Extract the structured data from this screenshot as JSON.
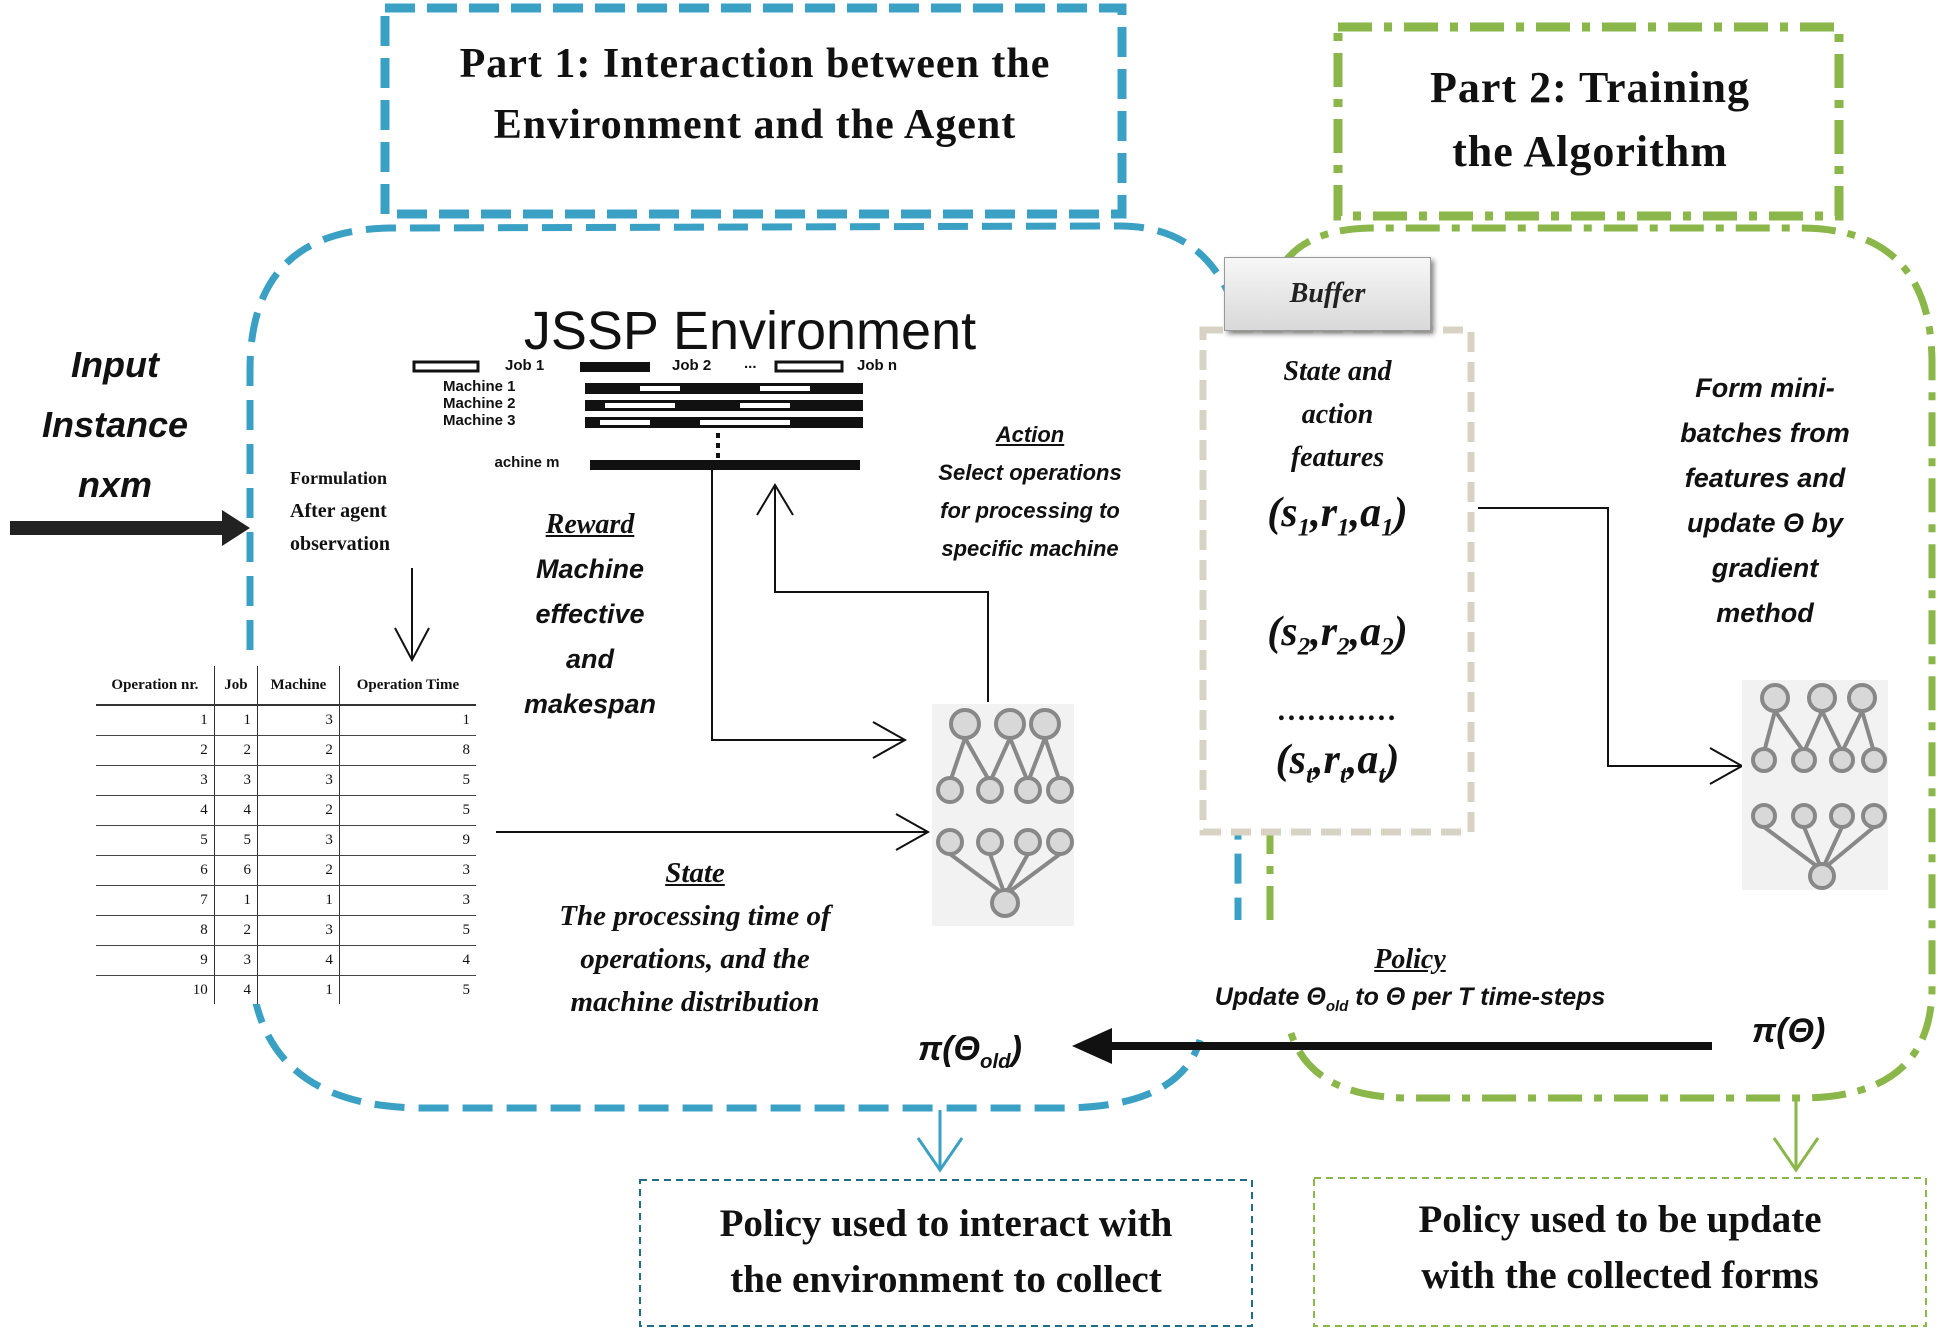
{
  "part1": {
    "title_line1": "Part 1: Interaction between the",
    "title_line2": "Environment and the Agent"
  },
  "part2": {
    "title_line1": "Part 2: Training",
    "title_line2": "the Algorithm"
  },
  "input": {
    "line1": "Input",
    "line2": "Instance",
    "line3": "nxm"
  },
  "formulation": {
    "line1": "Formulation",
    "line2": "After agent",
    "line3": "observation"
  },
  "environment": {
    "title": "JSSP Environment",
    "legend": [
      "Job 1",
      "Job 2",
      "...",
      "Job n"
    ],
    "machines": [
      "Machine 1",
      "Machine 2",
      "Machine 3",
      "Machine m"
    ]
  },
  "reward": {
    "title": "Reward",
    "line1": "Machine",
    "line2": "effective",
    "line3": "and",
    "line4": "makespan"
  },
  "action": {
    "title": "Action",
    "line1": "Select operations",
    "line2": "for processing to",
    "line3": "specific machine"
  },
  "state": {
    "title": "State",
    "line1": "The processing time of",
    "line2": "operations, and the",
    "line3": "machine distribution"
  },
  "table": {
    "headers": [
      "Operation nr.",
      "Job",
      "Machine",
      "Operation Time"
    ],
    "rows": [
      [
        "1",
        "1",
        "3",
        "1"
      ],
      [
        "2",
        "2",
        "2",
        "8"
      ],
      [
        "3",
        "3",
        "3",
        "5"
      ],
      [
        "4",
        "4",
        "2",
        "5"
      ],
      [
        "5",
        "5",
        "3",
        "9"
      ],
      [
        "6",
        "6",
        "2",
        "3"
      ],
      [
        "7",
        "1",
        "1",
        "3"
      ],
      [
        "8",
        "2",
        "3",
        "5"
      ],
      [
        "9",
        "3",
        "4",
        "4"
      ],
      [
        "10",
        "4",
        "1",
        "5"
      ]
    ]
  },
  "buffer": {
    "label": "Buffer",
    "line1": "State and",
    "line2": "action",
    "line3": "features",
    "tuple1": "(s1,r1,a1)",
    "tuple2": "(s2,r2,a2)",
    "dots": "…………",
    "tuple3": "(st,rt,at)"
  },
  "minibatch": {
    "line1": "Form mini-",
    "line2": "batches from",
    "line3": "features and",
    "line4": "update Θ by",
    "line5": "gradient",
    "line6": "method"
  },
  "policy": {
    "title": "Policy",
    "text": "Update Θold to Θ per T time-steps"
  },
  "pi_theta": "π(Θ)",
  "pi_theta_old": "π(Θold)",
  "bottom_left": {
    "line1": "Policy used to interact with",
    "line2": "the environment to collect"
  },
  "bottom_right": {
    "line1": "Policy used to be update",
    "line2": "with the collected forms"
  },
  "colors": {
    "blue": "#3aa0c4",
    "green": "#8ab64a",
    "beige": "#d8d2c4",
    "black": "#111111"
  }
}
